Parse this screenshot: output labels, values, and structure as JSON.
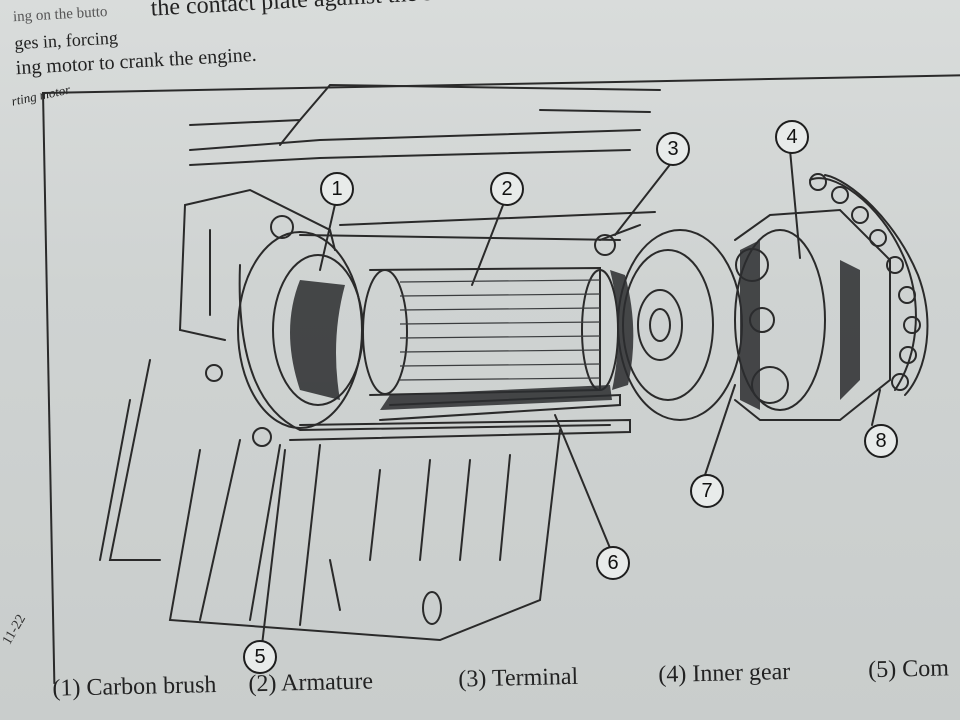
{
  "page": {
    "paragraph": {
      "line_1_fragment": "ing on the butto",
      "line_1_text": "the contact plate against the switch contacts.  Thus, current flows through",
      "line_2": "ges in, forcing",
      "line_3": "ing motor to crank the engine."
    },
    "figure_caption": "rting motor",
    "figure_number": "11-22"
  },
  "callouts": [
    "1",
    "2",
    "3",
    "4",
    "5",
    "6",
    "7",
    "8"
  ],
  "legend": [
    {
      "num": "(1)",
      "label": "Carbon brush"
    },
    {
      "num": "(2)",
      "label": "Armature"
    },
    {
      "num": "(3)",
      "label": "Terminal"
    },
    {
      "num": "(4)",
      "label": "Inner gear"
    },
    {
      "num": "(5)",
      "label": "Com"
    }
  ]
}
